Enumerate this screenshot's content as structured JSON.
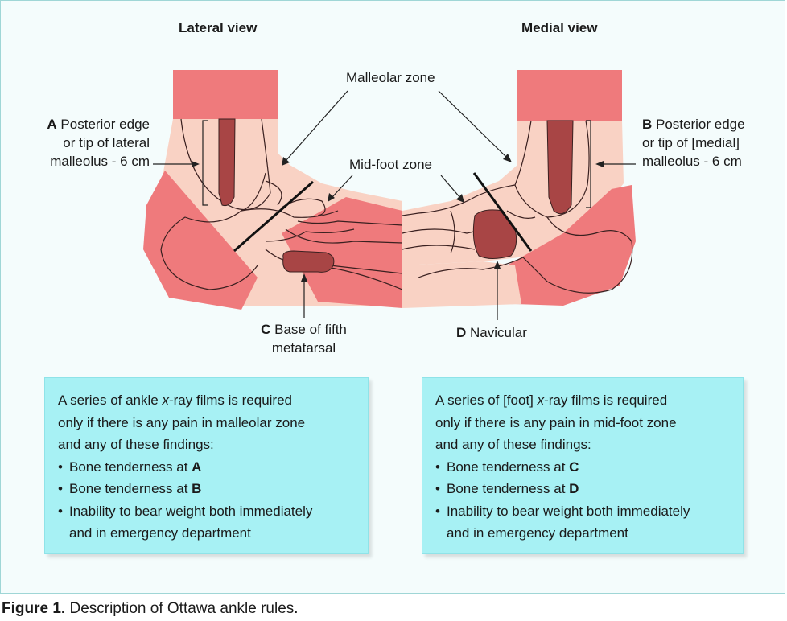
{
  "lateral": {
    "heading": "Lateral view",
    "point_a": {
      "letter": "A",
      "line1": "Posterior edge",
      "line2": "or tip of lateral",
      "line3": "malleolus - 6 cm"
    },
    "point_c": {
      "letter": "C",
      "line1": "Base of fifth",
      "line2": "metatarsal"
    }
  },
  "medial": {
    "heading": "Medial view",
    "point_b": {
      "letter": "B",
      "line1": "Posterior edge",
      "line2": "or tip of [medial]",
      "line3": "malleolus - 6 cm"
    },
    "point_d": {
      "letter": "D",
      "line1": "Navicular"
    }
  },
  "zones": {
    "malleolar": "Malleolar zone",
    "midfoot": "Mid-foot zone"
  },
  "ankle_box": {
    "intro": [
      "A series of ankle ",
      "x",
      "-ray films is required",
      "only if there is any pain in malleolar zone",
      "and any of these findings:"
    ],
    "bullet_prefix": "Bone tenderness at ",
    "bullet1_letter": "A",
    "bullet2_letter": "B",
    "bullet3_line1": "Inability to bear weight both immediately",
    "bullet3_line2": "and in emergency department"
  },
  "foot_box": {
    "intro": [
      "A series of [foot] ",
      "x",
      "-ray films is required",
      "only if there is any pain in mid-foot zone",
      "and any of these findings:"
    ],
    "bullet_prefix": "Bone tenderness at ",
    "bullet1_letter": "C",
    "bullet2_letter": "D",
    "bullet3_line1": "Inability to bear weight both immediately",
    "bullet3_line2": "and in emergency department"
  },
  "bullet_char": "•",
  "caption": {
    "label": "Figure 1.",
    "text": " Description of Ottawa ankle rules."
  },
  "colors": {
    "zone_red": "#ef7a7c",
    "zone_pink": "#f9d2c4",
    "tenderness": "#a84545",
    "box_fill": "#a7f1f4"
  }
}
